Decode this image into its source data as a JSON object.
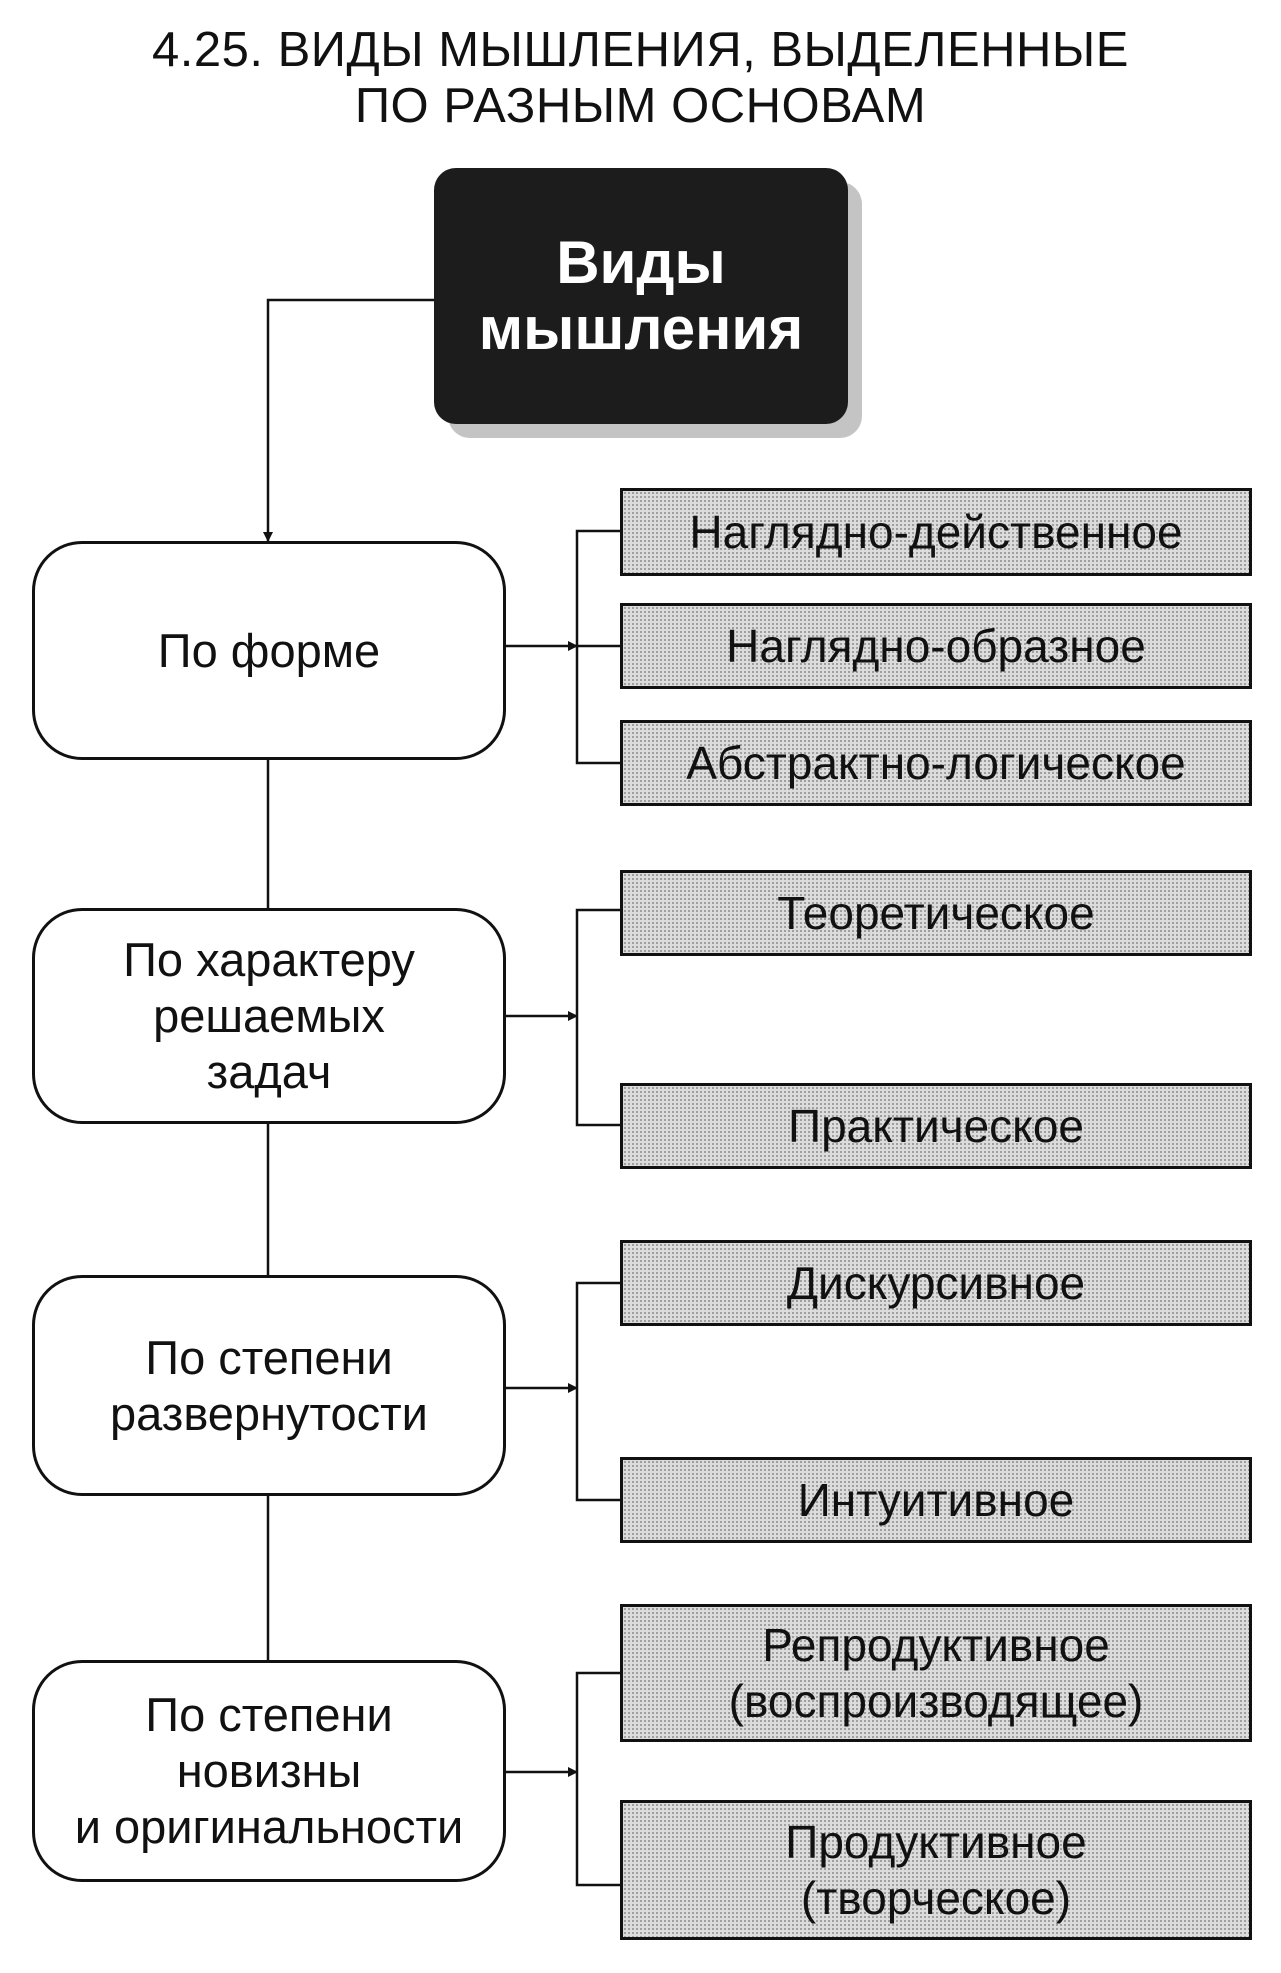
{
  "title": {
    "line1": "4.25. ВИДЫ МЫШЛЕНИЯ, ВЫДЕЛЕННЫЕ",
    "line2": "ПО РАЗНЫМ ОСНОВАМ"
  },
  "root": {
    "line1": "Виды",
    "line2": "мышления"
  },
  "categories": [
    {
      "lines": [
        "По форме"
      ],
      "types": [
        {
          "lines": [
            "Наглядно-действенное"
          ]
        },
        {
          "lines": [
            "Наглядно-образное"
          ]
        },
        {
          "lines": [
            "Абстрактно-логическое"
          ]
        }
      ]
    },
    {
      "lines": [
        "По характеру",
        "решаемых",
        "задач"
      ],
      "types": [
        {
          "lines": [
            "Теоретическое"
          ]
        },
        {
          "lines": [
            "Практическое"
          ]
        }
      ]
    },
    {
      "lines": [
        "По степени",
        "развернутости"
      ],
      "types": [
        {
          "lines": [
            "Дискурсивное"
          ]
        },
        {
          "lines": [
            "Интуитивное"
          ]
        }
      ]
    },
    {
      "lines": [
        "По степени",
        "новизны",
        "и оригинальности"
      ],
      "types": [
        {
          "lines": [
            "Репродуктивное",
            "(воспроизводящее)"
          ]
        },
        {
          "lines": [
            "Продуктивное",
            "(творческое)"
          ]
        }
      ]
    }
  ]
}
